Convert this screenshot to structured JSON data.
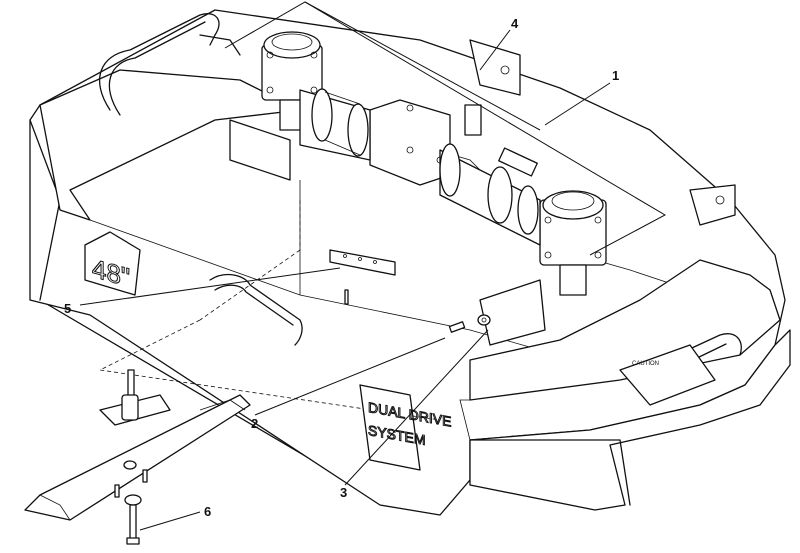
{
  "deck": {
    "size_label": "48\"",
    "brand_line1": "DUAL DRIVE",
    "brand_line2": "SYSTEM",
    "caution_label": "CAUTION"
  },
  "callouts": [
    {
      "id": "1",
      "label": "1"
    },
    {
      "id": "2",
      "label": "2"
    },
    {
      "id": "3",
      "label": "3"
    },
    {
      "id": "4",
      "label": "4"
    },
    {
      "id": "5",
      "label": "5"
    },
    {
      "id": "6",
      "label": "6"
    }
  ]
}
